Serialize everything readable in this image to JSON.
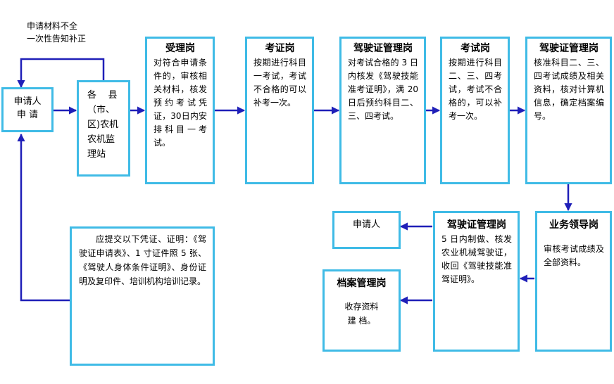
{
  "note_top": {
    "line1": "申请材料不全",
    "line2": "一次性告知补正"
  },
  "applicant_box": {
    "line1": "申请人",
    "line2": "申 请"
  },
  "station_box": {
    "line1": "各    县",
    "line2": "（市、",
    "line3": "区)农机",
    "line4": "农机监",
    "line5": "理站"
  },
  "acceptance": {
    "title": "受理岗",
    "text": "对符合申请条件的，审核相关材料，核发预约考试凭证，30日内安排科目一考试。"
  },
  "cert_exam": {
    "title": "考证岗",
    "text": "按期进行科目一考试，考试不合格的可以补考一次。"
  },
  "license_mgmt_1": {
    "title": "驾驶证管理岗",
    "text": "对考试合格的 3 日内核发《驾驶技能准考证明》，满 20 日后预约科目二、三、四考试。"
  },
  "exam": {
    "title": "考试岗",
    "text": "按期进行科目二、三、四考试，考试不合格的，可以补考一次。"
  },
  "license_mgmt_2": {
    "title": "驾驶证管理岗",
    "text": "核准科目二、三、四考试成绩及相关资料，核对计算机信息，确定档案编号。"
  },
  "leader": {
    "title": "业务领导岗",
    "text": "审核考试成绩及全部资料。"
  },
  "license_mgmt_3": {
    "title": "驾驶证管理岗",
    "text": "5 日内制做、核发农业机械驾驶证，收回《驾驶技能准驾证明》。"
  },
  "applicant_out": {
    "label": "申请人"
  },
  "archive": {
    "title": "档案管理岗",
    "line1": "收存资料",
    "line2": "建 档。"
  },
  "requirements": {
    "text": "应提交以下凭证、证明：《驾驶证申请表》、1 寸证件照 5 张、《驾驶人身体条件证明》、身份证明及复印件、培训机构培训记录。"
  },
  "colors": {
    "box_border": "#3fbbe6",
    "arrow": "#1f1fb8"
  }
}
